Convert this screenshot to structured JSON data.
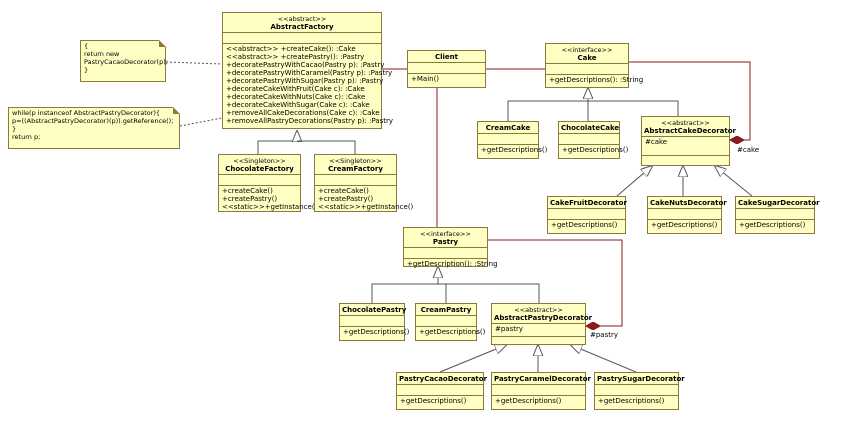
{
  "classes": {
    "abstract_factory": {
      "stereotype": "<<abstract>>",
      "name": "AbstractFactory",
      "operations": [
        "<<abstract>> +createCake(): :Cake",
        "<<abstract>> +createPastry(): :Pastry",
        "+decoratePastryWithCacao(Pastry p): :Pastry",
        "+decoratePastryWithCaramel(Pastry p): :Pastry",
        "+decoratePastryWithSugar(Pastry p): :Pastry",
        "+decorateCakeWithFruit(Cake c): :Cake",
        "+decorateCakeWithNuts(Cake c): :Cake",
        "+decorateCakeWithSugar(Cake c): :Cake",
        "+removeAllCakeDecorations(Cake c): :Cake",
        "+removeAllPastryDecorations(Pastry p): :Pastry"
      ]
    },
    "client": {
      "name": "Client",
      "operations": [
        "+Main()"
      ]
    },
    "cake": {
      "stereotype": "<<interface>>",
      "name": "Cake",
      "operations": [
        "+getDescriptions(): :String"
      ]
    },
    "chocolate_factory": {
      "stereotype": "<<Singleton>>",
      "name": "ChocolateFactory",
      "operations": [
        "+createCake()",
        "+createPastry()",
        "<<static>>+getInstance()"
      ]
    },
    "cream_factory": {
      "stereotype": "<<Singleton>>",
      "name": "CreamFactory",
      "operations": [
        "+createCake()",
        "+createPastry()",
        "<<static>>+getInstance()"
      ]
    },
    "cream_cake": {
      "name": "CreamCake",
      "operations": [
        "+getDescriptions()"
      ]
    },
    "chocolate_cake": {
      "name": "ChocolateCake",
      "operations": [
        "+getDescriptions()"
      ]
    },
    "abstract_cake_decorator": {
      "stereotype": "<<abstract>>",
      "name": "AbstractCakeDecorator",
      "attribute": "#cake",
      "operations": []
    },
    "cake_fruit_decorator": {
      "name": "CakeFruitDecorator",
      "operations": [
        "+getDescriptions()"
      ]
    },
    "cake_nuts_decorator": {
      "name": "CakeNutsDecorator",
      "operations": [
        "+getDescriptions()"
      ]
    },
    "cake_sugar_decorator": {
      "name": "CakeSugarDecorator",
      "operations": [
        "+getDescriptions()"
      ]
    },
    "pastry": {
      "stereotype": "<<interface>>",
      "name": "Pastry",
      "operations": [
        "+getDescription(): :String"
      ]
    },
    "chocolate_pastry": {
      "name": "ChocolatePastry",
      "operations": [
        "+getDescriptions()"
      ]
    },
    "cream_pastry": {
      "name": "CreamPastry",
      "operations": [
        "+getDescriptions()"
      ]
    },
    "abstract_pastry_decorator": {
      "stereotype": "<<abstract>>",
      "name": "AbstractPastryDecorator",
      "attribute": "#pastry",
      "operations": []
    },
    "pastry_cacao_decorator": {
      "name": "PastryCacaoDecorator",
      "operations": [
        "+getDescriptions()"
      ]
    },
    "pastry_caramel_decorator": {
      "name": "PastryCaramelDecorator",
      "operations": [
        "+getDescriptions()"
      ]
    },
    "pastry_sugar_decorator": {
      "name": "PastrySugarDecorator",
      "operations": [
        "+getDescriptions()"
      ]
    }
  },
  "notes": {
    "cacao_note": [
      "{",
      "return new",
      "PastryCacaoDecorator(p);",
      "}"
    ],
    "remove_note": [
      "while(p instanceof AbstractPastryDecorator){",
      "p=((AbstractPastryDecorator)(p)).getReference();",
      "}",
      "return p;"
    ]
  },
  "labels": {
    "cake_role": "#cake",
    "pastry_role": "#pastry"
  },
  "colors": {
    "box_fill": "#ffffc4",
    "box_border": "#8a7a3a",
    "line": "#8b1a1a"
  }
}
